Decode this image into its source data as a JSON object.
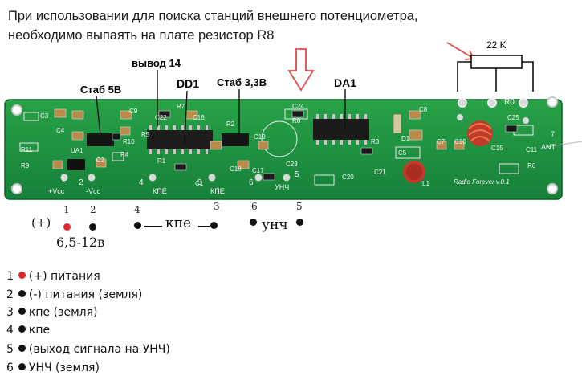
{
  "note": {
    "line1": "При использовании для поиска станций внешнего потенциометра,",
    "line2": "необходимо выпаять на плате резистор R8"
  },
  "resistor_label": "22 K",
  "callouts": {
    "stab5": "Стаб 5В",
    "pin14": "вывод 14",
    "dd1": "DD1",
    "stab33": "Стаб 3,3В",
    "da1": "DA1"
  },
  "board": {
    "name": "Radio Forever v.0.1",
    "ant": "ANT",
    "ant_pin": "7",
    "r0": "R0",
    "vcc_plus": "+Vcc",
    "vcc_minus": "-Vcc",
    "kpe1": "КПЕ",
    "kpe2": "КПЕ",
    "unch": "УНЧ",
    "parts": [
      "C3",
      "C4",
      "C2",
      "R11",
      "R9",
      "UA1",
      "R10",
      "R5",
      "R4",
      "C9",
      "C22",
      "R7",
      "C16",
      "R2",
      "R1",
      "C1",
      "C18",
      "C19",
      "C23",
      "C17",
      "C24",
      "R8",
      "C20",
      "R3",
      "C8",
      "C5",
      "C7",
      "C10",
      "C25",
      "C11",
      "C15",
      "C21",
      "L1",
      "D1",
      "R6"
    ],
    "pins": [
      "1",
      "2",
      "4",
      "3",
      "6",
      "5"
    ]
  },
  "pin_row": {
    "plus": "(+)",
    "n1": "1",
    "n2": "2",
    "n4": "4",
    "n3": "3",
    "n6": "6",
    "n5": "5",
    "kpe": "кпе",
    "unch": "унч",
    "voltage": "6,5-12в"
  },
  "legend": [
    {
      "num": "1",
      "dot": "red",
      "text": "(+) питания"
    },
    {
      "num": "2",
      "dot": "black",
      "text": "(-) питания (земля)"
    },
    {
      "num": "3",
      "dot": "black",
      "text": "кпе (земля)"
    },
    {
      "num": "4",
      "dot": "black",
      "text": "кпе"
    },
    {
      "num": "5",
      "dot": "black",
      "text": "(выход сигнала на УНЧ)"
    },
    {
      "num": "6",
      "dot": "black",
      "text": "УНЧ (земля)"
    }
  ],
  "colors": {
    "pcb": "#1f8f3e",
    "pcb_dark": "#156a2c",
    "accent_red": "#e0262c",
    "coil": "#c23a2a"
  }
}
